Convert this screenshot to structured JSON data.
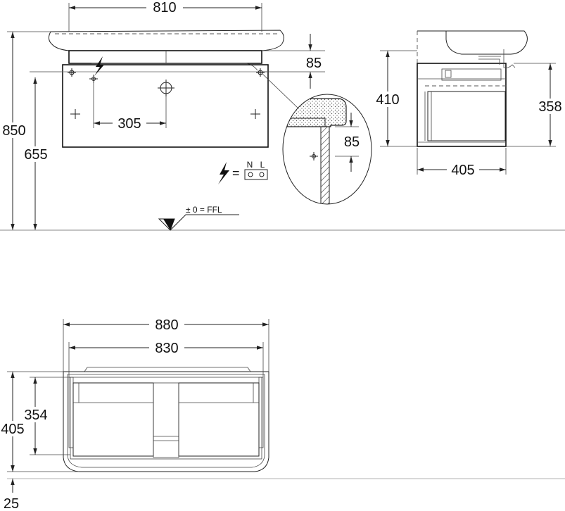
{
  "dimensions": {
    "basin_width": "810",
    "worktop_gap": "85",
    "total_height": "850",
    "cabinet_top_height": "655",
    "drain_offset": "305",
    "detail_gap": "85",
    "side_height": "410",
    "side_inner_height": "358",
    "side_depth": "405",
    "front_outer_width": "880",
    "front_inner_width": "830",
    "front_height": "405",
    "front_inner_height": "354",
    "foot_height": "25"
  },
  "electrical": {
    "neutral_label": "N",
    "live_label": "L",
    "symbol": "lightning-icon"
  },
  "floor_level": {
    "label": "± 0 = FFL"
  }
}
